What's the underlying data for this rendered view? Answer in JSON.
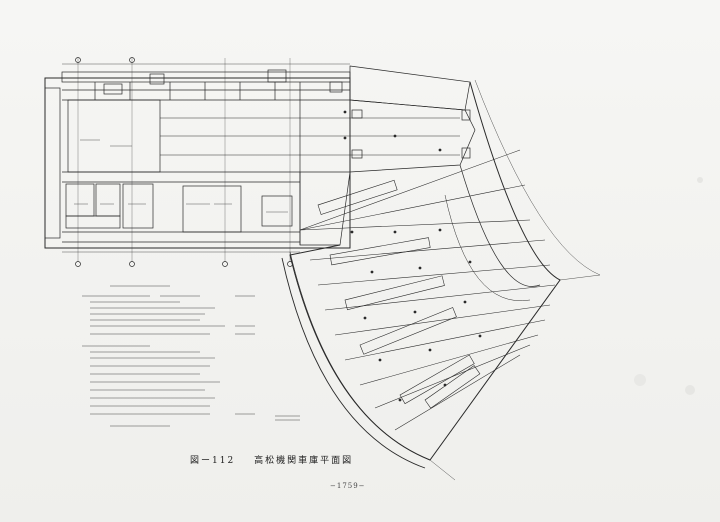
{
  "caption": {
    "figure_label": "図ー112",
    "title": "高松機関車庫平面図"
  },
  "page_number": "−1759−",
  "colors": {
    "ink": "#2a2a2a",
    "paper": "#f3f3f1"
  }
}
